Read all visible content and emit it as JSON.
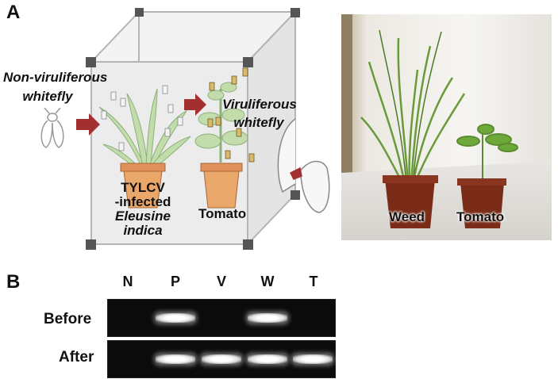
{
  "panel_a": {
    "letter": "A",
    "label_non_viruliferous_line1": "Non-viruliferous",
    "label_non_viruliferous_line2": "whitefly",
    "label_viruliferous_line1": "Viruliferous",
    "label_viruliferous_line2": "whitefly",
    "label_infected_line1": "TYLCV",
    "label_infected_line2": "-infected",
    "label_infected_line3": "Eleusine",
    "label_infected_line4": "indica",
    "label_tomato_cage": "Tomato",
    "photo_label_weed": "Weed",
    "photo_label_tomato": "Tomato",
    "colors": {
      "arrow": "#a33030",
      "pot": "#e9a86a",
      "plant": "#b9d6a0",
      "cage": "#b8b8b8"
    }
  },
  "panel_b": {
    "letter": "B",
    "lanes": [
      "N",
      "P",
      "V",
      "W",
      "T"
    ],
    "rows": [
      {
        "label": "Before",
        "bands": [
          false,
          true,
          false,
          true,
          false
        ]
      },
      {
        "label": "After",
        "bands": [
          false,
          true,
          true,
          true,
          true
        ]
      }
    ]
  }
}
